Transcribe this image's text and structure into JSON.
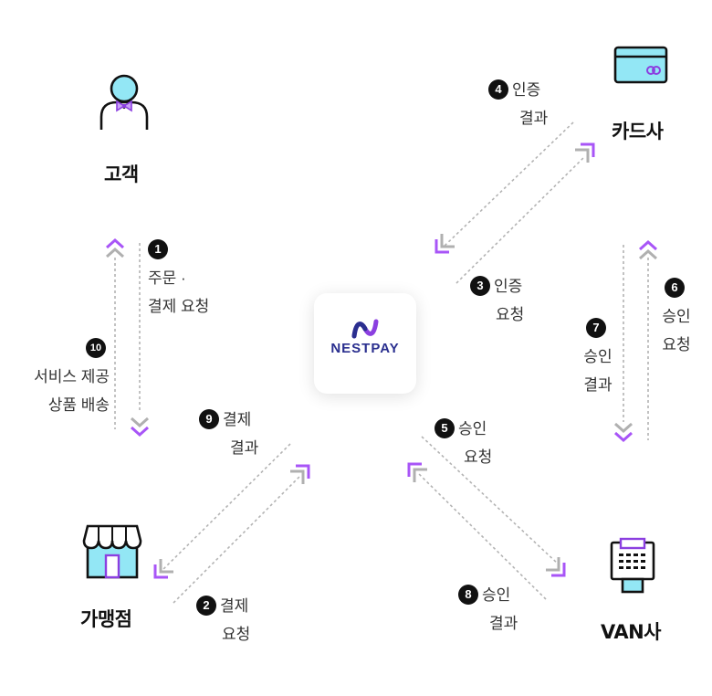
{
  "entities": {
    "customer": "고객",
    "card_company": "카드사",
    "merchant": "가맹점",
    "van": "VAN사",
    "center": "NESTPAY"
  },
  "steps": [
    {
      "num": "1",
      "lines": [
        "주문 ·",
        "결제 요청"
      ]
    },
    {
      "num": "2",
      "lines": [
        "결제",
        "요청"
      ]
    },
    {
      "num": "3",
      "lines": [
        "인증",
        "요청"
      ]
    },
    {
      "num": "4",
      "lines": [
        "인증",
        "결과"
      ]
    },
    {
      "num": "5",
      "lines": [
        "승인",
        "요청"
      ]
    },
    {
      "num": "6",
      "lines": [
        "승인",
        "요청"
      ]
    },
    {
      "num": "7",
      "lines": [
        "승인",
        "결과"
      ]
    },
    {
      "num": "8",
      "lines": [
        "승인",
        "결과"
      ]
    },
    {
      "num": "9",
      "lines": [
        "결제",
        "결과"
      ]
    },
    {
      "num": "10",
      "lines": [
        "서비스 제공",
        "상품 배송"
      ]
    }
  ],
  "colors": {
    "purple": "#a855f7",
    "gray": "#b0b0b0",
    "cyan": "#93e7f5",
    "brand": "#2a2f8f"
  },
  "icons": [
    "person-icon",
    "credit-card-icon",
    "store-icon",
    "card-terminal-icon",
    "nestpay-logo"
  ]
}
